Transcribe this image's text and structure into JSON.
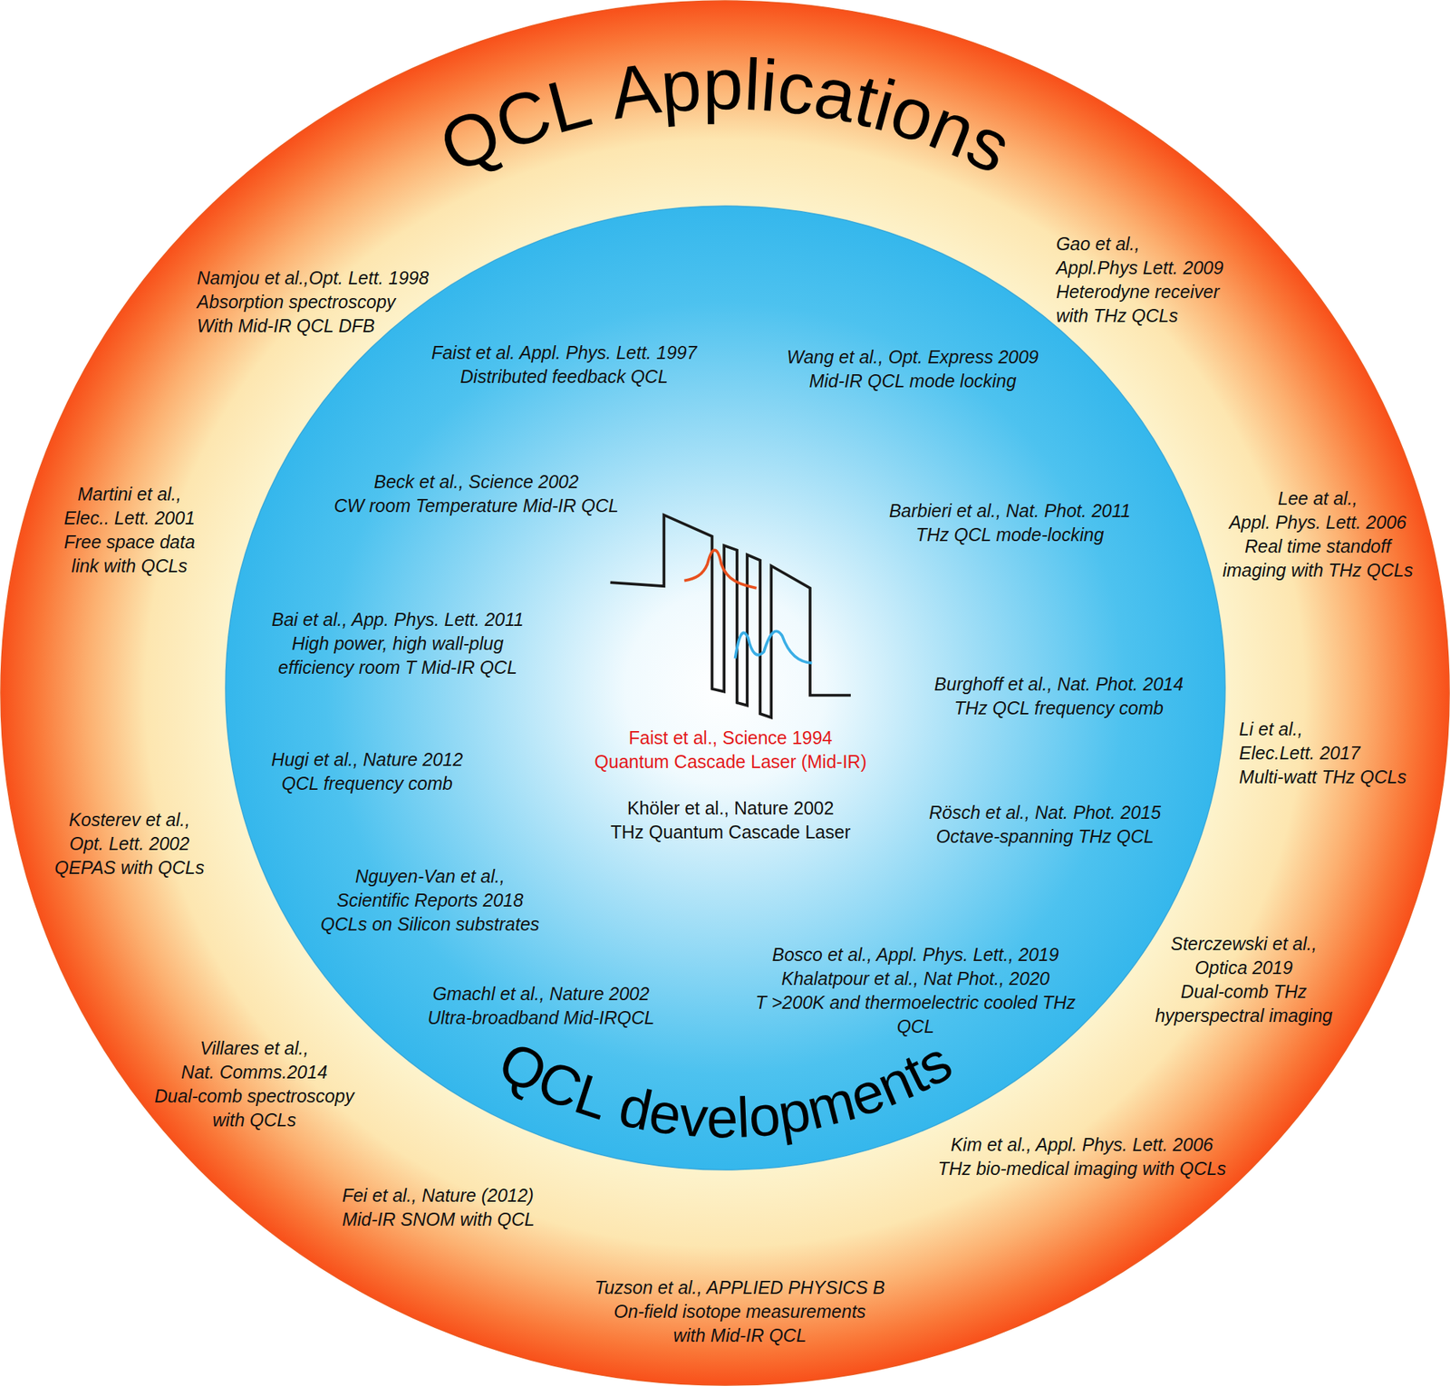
{
  "diagram": {
    "nodes": [
      {
        "text": [
          "QCL Applications"
        ]
      },
      {
        "text": [
          "QCL developments"
        ],
        "in": 0
      }
    ],
    "labels": [
      "Namjou et al.,Opt. Lett. 1998 Absorption spectroscopy With Mid-IR QCL DFB",
      "Gao et al., Appl.Phys Lett. 2009 Heterodyne receiver with THz QCLs",
      "Martini et al., Elec.. Lett. 2001 Free space data link with QCLs",
      "Lee at al., Appl. Phys. Lett. 2006 Real time standoff imaging with THz QCLs",
      "Li et al., Elec.Lett. 2017 Multi-watt THz QCLs",
      "Kosterev et al., Opt. Lett. 2002 QEPAS with QCLs",
      "Sterczewski et al., Optica 2019 Dual-comb THz hyperspectral imaging",
      "Villares et al., Nat. Comms.2014 Dual-comb spectroscopy with QCLs",
      "Kim et al., Appl. Phys. Lett. 2006 THz bio-medical imaging with QCLs",
      "Fei et al., Nature (2012) Mid-IR SNOM with QCL",
      "Tuzson et al., APPLIED PHYSICS B On-field isotope measurements with Mid-IR QCL",
      "Faist et al. Appl. Phys. Lett. 1997 Distributed feedback QCL",
      "Wang et al., Opt. Express 2009 Mid-IR QCL mode locking",
      "Beck et al., Science 2002 CW room Temperature Mid-IR QCL",
      "Barbieri et al., Nat. Phot. 2011 THz QCL mode-locking",
      "Bai et al., App. Phys. Lett. 2011 High power, high wall-plug efficiency room T Mid-IR QCL",
      "Burghoff et al., Nat. Phot. 2014 THz QCL frequency comb",
      "Hugi et al., Nature 2012 QCL frequency comb",
      "Faist et al., Science 1994 Quantum Cascade Laser (Mid-IR)",
      "Khöler et al., Nature 2002 THz Quantum Cascade Laser",
      "Rösch et al., Nat. Phot. 2015 Octave-spanning THz QCL",
      "Nguyen-Van et al., Scientific Reports 2018 QCLs on Silicon substrates",
      "Bosco et al., Appl. Phys. Lett., 2019 Khalatpour et al., Nat Phot., 2020 T >200K and thermoelectric cooled THz QCL",
      "Gmachl et al., Nature 2002 Ultra-broadband Mid-IRQCL"
    ]
  }
}
